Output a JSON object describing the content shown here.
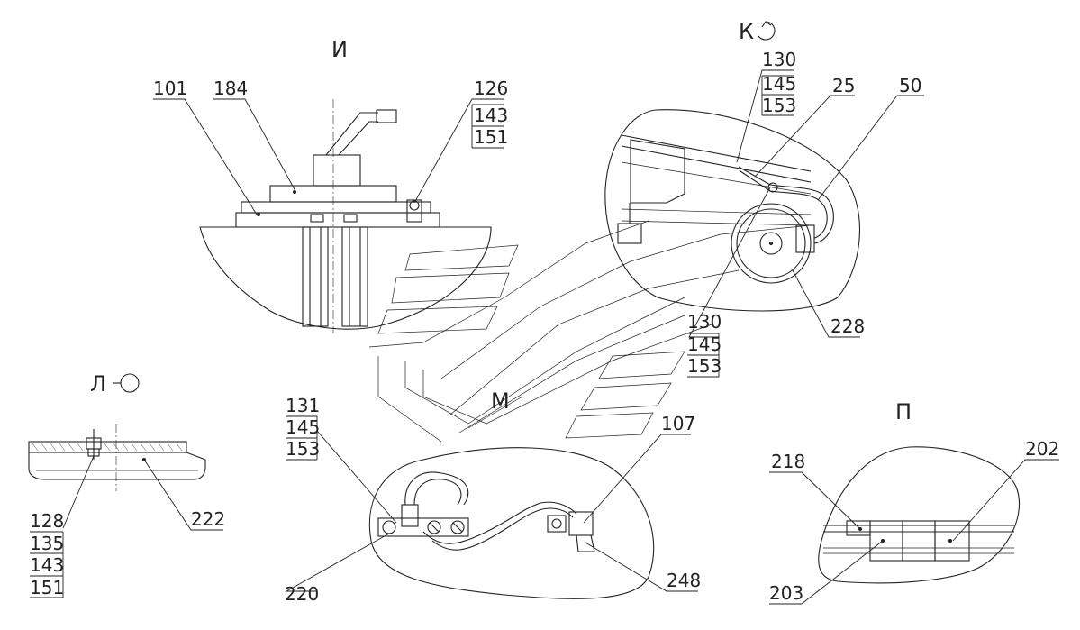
{
  "views": {
    "i": "И",
    "k": "К",
    "l": "Л",
    "m": "М",
    "p": "П"
  },
  "callouts": {
    "c101": "101",
    "c184": "184",
    "c126": "126",
    "c143a": "143",
    "c151a": "151",
    "c130a": "130",
    "c145a": "145",
    "c153a": "153",
    "c25": "25",
    "c50": "50",
    "c228": "228",
    "c130b": "130",
    "c145b": "145",
    "c153b": "153",
    "c128": "128",
    "c135": "135",
    "c143b": "143",
    "c151b": "151",
    "c222": "222",
    "c131": "131",
    "c145c": "145",
    "c153c": "153",
    "c107": "107",
    "c220": "220",
    "c248": "248",
    "c218": "218",
    "c202": "202",
    "c203": "203"
  }
}
